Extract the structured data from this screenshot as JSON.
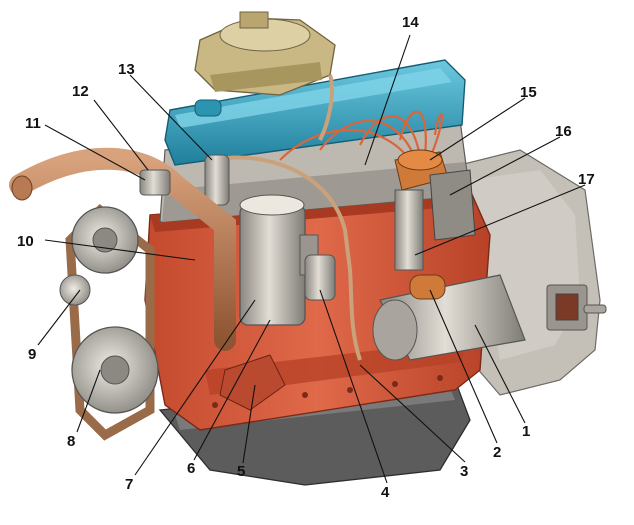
{
  "callouts": [
    {
      "id": "1",
      "label": "1"
    },
    {
      "id": "2",
      "label": "2"
    },
    {
      "id": "3",
      "label": "3"
    },
    {
      "id": "4",
      "label": "4"
    },
    {
      "id": "5",
      "label": "5"
    },
    {
      "id": "6",
      "label": "6"
    },
    {
      "id": "7",
      "label": "7"
    },
    {
      "id": "8",
      "label": "8"
    },
    {
      "id": "9",
      "label": "9"
    },
    {
      "id": "10",
      "label": "10"
    },
    {
      "id": "11",
      "label": "11"
    },
    {
      "id": "12",
      "label": "12"
    },
    {
      "id": "13",
      "label": "13"
    },
    {
      "id": "14",
      "label": "14"
    },
    {
      "id": "15",
      "label": "15"
    },
    {
      "id": "16",
      "label": "16"
    },
    {
      "id": "17",
      "label": "17"
    }
  ],
  "colors": {
    "block": "#d9583a",
    "block_dark": "#a83a22",
    "valve_cover": "#3fb2cf",
    "valve_cover_dark": "#1f7f9c",
    "metal": "#b9b5ad",
    "metal_dark": "#7d7a74",
    "pipe": "#b87a52",
    "wire": "#d8663a",
    "carb": "#c9b784",
    "oil_pan": "#5c5c5c",
    "background": "#ffffff"
  }
}
